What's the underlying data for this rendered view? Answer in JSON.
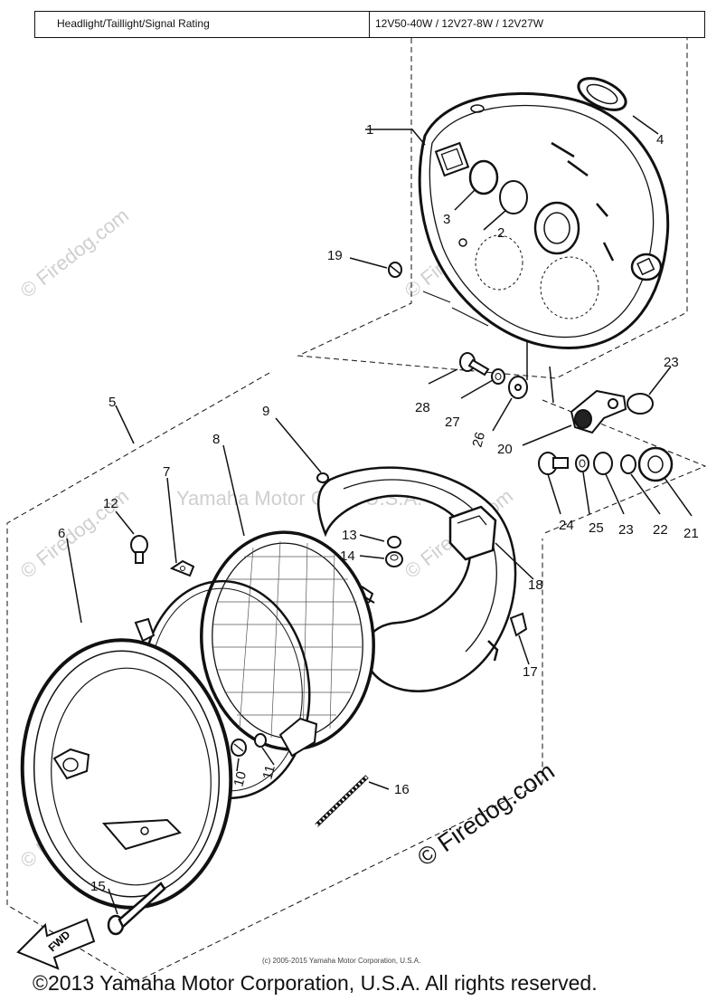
{
  "spec": {
    "label": "Headlight/Taillight/Signal Rating",
    "value": "12V50-40W / 12V27-8W / 12V27W"
  },
  "watermarks": {
    "main": "© Firedog.com",
    "faint": "© Firedog.com",
    "center": "Yamaha Motor Corp, U.S.A."
  },
  "fwd_label": "FWD",
  "callouts": {
    "p1": "1",
    "p2": "2",
    "p3": "3",
    "p4": "4",
    "p5": "5",
    "p6": "6",
    "p7": "7",
    "p8": "8",
    "p9": "9",
    "p10": "10",
    "p11": "11",
    "p12": "12",
    "p13": "13",
    "p14": "14",
    "p15": "15",
    "p16": "16",
    "p17": "17",
    "p18": "18",
    "p19": "19",
    "p20": "20",
    "p21": "21",
    "p22": "22",
    "p23a": "23",
    "p23b": "23",
    "p24": "24",
    "p25": "25",
    "p26": "26",
    "p27": "27",
    "p28": "28"
  },
  "footer_small": "(c) 2005-2015 Yamaha Motor Corporation, U.S.A.",
  "footer": "©2013 Yamaha Motor Corporation, U.S.A. All rights reserved."
}
